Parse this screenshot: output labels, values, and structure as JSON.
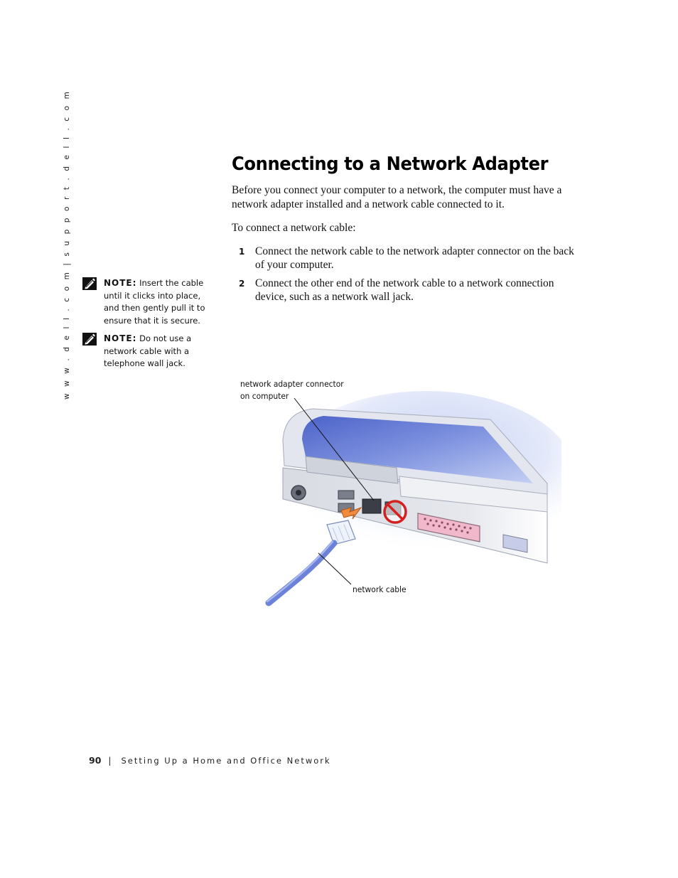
{
  "side_url": "w w w . d e l l . c o m  |  s u p p o r t . d e l l . c o m",
  "title": "Connecting to a Network Adapter",
  "intro": "Before you connect your computer to a network, the computer must have a network adapter installed and a network cable connected to it.",
  "lead": "To connect a network cable:",
  "steps": [
    {
      "num": "1",
      "text": "Connect the network cable to the network adapter connector on the back of your computer."
    },
    {
      "num": "2",
      "text": "Connect the other end of the network cable to a network connection device, such as a network wall jack."
    }
  ],
  "notes": [
    {
      "label": "NOTE:",
      "text": " Insert the cable until it clicks into place, and then gently pull it to ensure that it is secure.",
      "icon": "note-pencil-icon"
    },
    {
      "label": "NOTE:",
      "text": " Do not use a network cable with a telephone wall jack.",
      "icon": "note-pencil-icon"
    }
  ],
  "figure": {
    "callout_connector_line1": "network adapter connector",
    "callout_connector_line2": "on computer",
    "callout_cable": "network cable"
  },
  "footer": {
    "page_number": "90",
    "separator": "|",
    "section": "Setting Up a Home and Office Network"
  }
}
